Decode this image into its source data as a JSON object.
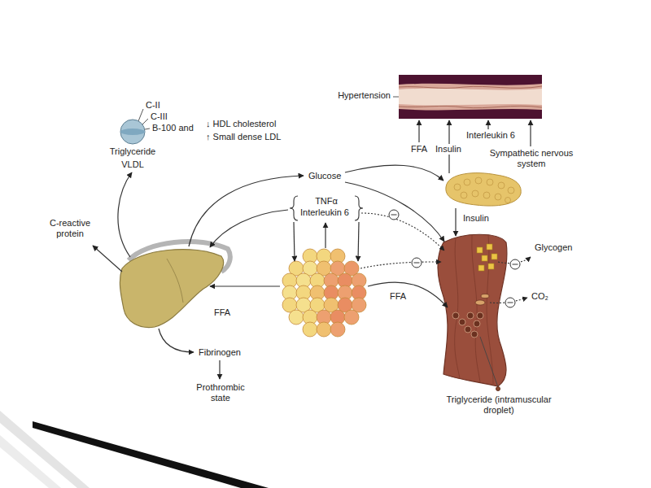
{
  "diagram": {
    "nodes": [
      {
        "text": [
          "Hypertension"
        ]
      },
      {
        "text": [
          "Triglyceride",
          "VLDL"
        ]
      }
    ],
    "labels": [
      "C-II",
      "C-III",
      "B-100 and",
      "↓ HDL cholesterol",
      "↑ Small dense LDL",
      "Glucose",
      "TNFα",
      "Interleukin 6",
      "C-reactive protein",
      "FFA",
      "FFA",
      "FFA",
      "Insulin",
      "Interleukin 6",
      "Sympathetic nervous system",
      "Insulin",
      "Glycogen",
      "CO₂",
      "Fibrinogen",
      "Prothrombic state",
      "Triglyceride (intramuscular droplet)"
    ]
  }
}
